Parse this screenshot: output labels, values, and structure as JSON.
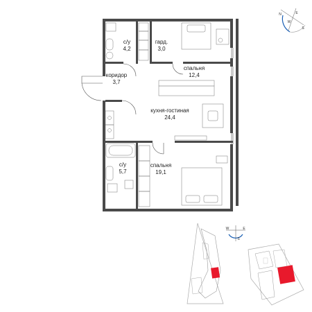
{
  "rooms": {
    "bath1": {
      "name": "с/у",
      "area": "4,2"
    },
    "wardrobe": {
      "name": "гард.",
      "area": "3,0"
    },
    "bedroom1": {
      "name": "спальня",
      "area": "12,4"
    },
    "corridor": {
      "name": "коридор",
      "area": "3,7"
    },
    "kitchen_living": {
      "name": "кухня-гостиная",
      "area": "24,4"
    },
    "bath2": {
      "name": "с/у",
      "area": "5,7"
    },
    "bedroom2": {
      "name": "спальня",
      "area": "19,1"
    }
  },
  "compass_top": {
    "north": "N",
    "west": "W",
    "east": "E",
    "south": "S"
  },
  "compass_bottom": {
    "west": "W",
    "east": "E",
    "south": "S"
  },
  "colors": {
    "wall": "#4a4a4a",
    "highlight": "#e8192c",
    "compass_accent": "#1a5fb4"
  }
}
